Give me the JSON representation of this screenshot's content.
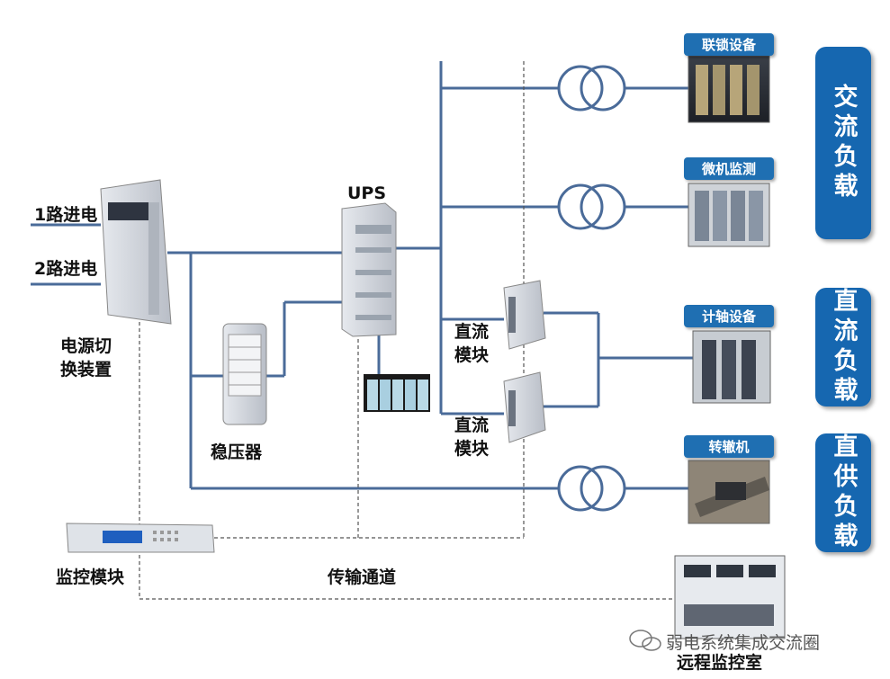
{
  "inputs": {
    "line1": "1路进电",
    "line2": "2路进电"
  },
  "devices": {
    "switch_device_line1": "电源切",
    "switch_device_line2": "换装置",
    "ups": "UPS",
    "regulator": "稳压器",
    "dc_module_1_line1": "直流",
    "dc_module_1_line2": "模块",
    "dc_module_2_line1": "直流",
    "dc_module_2_line2": "模块",
    "monitor_module": "监控模块",
    "transmission": "传输通道"
  },
  "equipment_tags": {
    "interlock": "联锁设备",
    "microcomputer": "微机监测",
    "axle_counter": "计轴设备",
    "switch_machine": "转辙机"
  },
  "load_groups": {
    "ac_load": "交流负载",
    "dc_load": "直流负载",
    "direct_load": "直供负载"
  },
  "remote_room": "远程监控室",
  "watermark": "弱电系统集成交流圈",
  "colors": {
    "line": "#4a6b99",
    "tag_bg": "#1f6fb2",
    "load_box": "#1667b0"
  }
}
